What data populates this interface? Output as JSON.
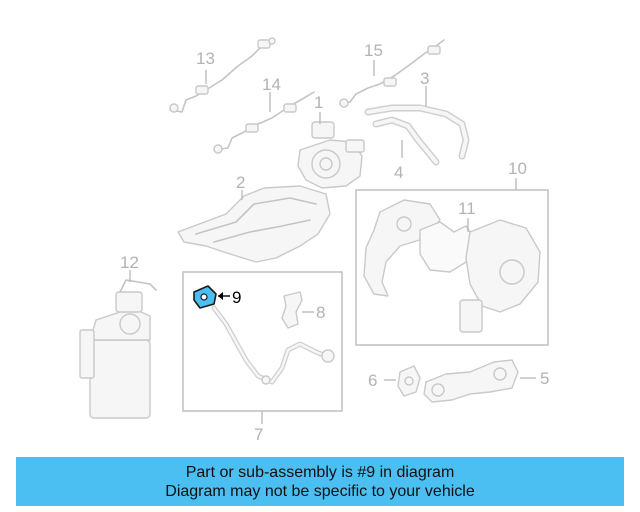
{
  "diagram": {
    "callouts": {
      "c1": "1",
      "c2": "2",
      "c3": "3",
      "c4": "4",
      "c5": "5",
      "c6": "6",
      "c7": "7",
      "c8": "8",
      "c9": "9",
      "c10": "10",
      "c11": "11",
      "c12": "12",
      "c13": "13",
      "c14": "14",
      "c15": "15"
    },
    "highlighted_part": "9",
    "highlight_color": "#4bbef2"
  },
  "banner": {
    "line1": "Part or sub-assembly is #9 in diagram",
    "line2": "Diagram may not be specific to your vehicle",
    "background": "#4bbef2"
  }
}
